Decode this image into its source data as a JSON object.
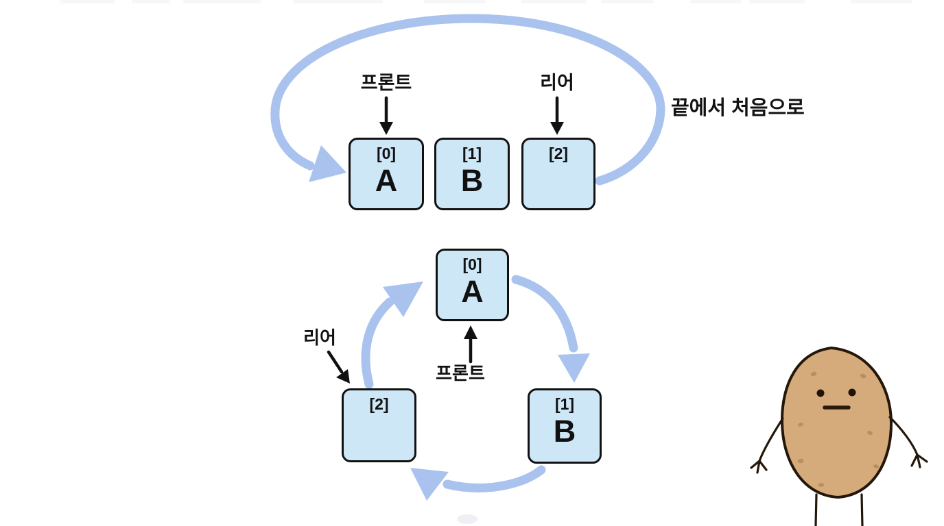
{
  "colors": {
    "background": "#ffffff",
    "box_fill": "#cde7f6",
    "box_border": "#111111",
    "arrow_blue": "#a9c3ee",
    "text": "#111111",
    "potato_body": "#d5ab7c",
    "potato_outline": "#241709",
    "potato_spot": "#a3793f"
  },
  "top_diagram": {
    "front_label": "프론트",
    "rear_label": "리어",
    "loop_caption": "끝에서 처음으로",
    "cells": [
      {
        "index": "[0]",
        "value": "A"
      },
      {
        "index": "[1]",
        "value": "B"
      },
      {
        "index": "[2]",
        "value": ""
      }
    ]
  },
  "bottom_diagram": {
    "front_label": "프론트",
    "rear_label": "리어",
    "cells": [
      {
        "index": "[0]",
        "value": "A"
      },
      {
        "index": "[1]",
        "value": "B"
      },
      {
        "index": "[2]",
        "value": ""
      }
    ]
  },
  "illustration": {
    "character": "potato",
    "expression": "neutral"
  }
}
